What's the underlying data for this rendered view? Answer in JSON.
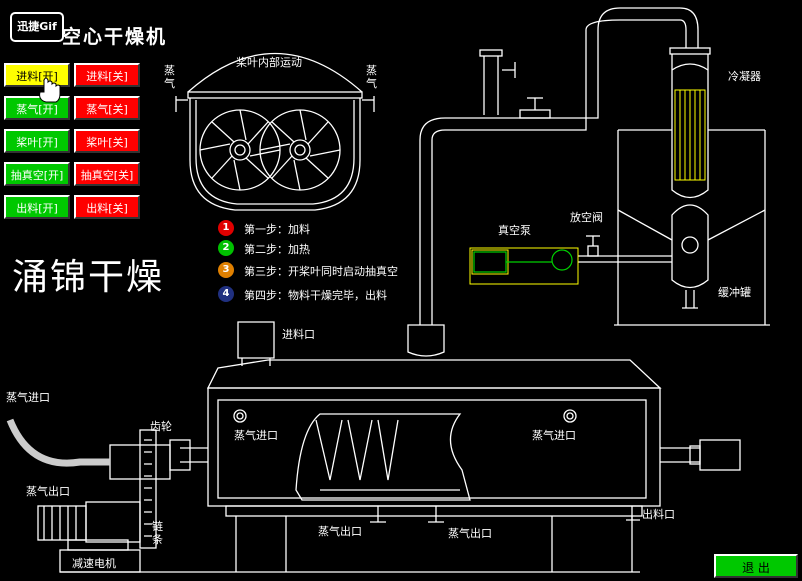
{
  "logo_text": "迅捷Gif",
  "title": "空心干燥机",
  "big_title": "涌锦干燥",
  "buttons": [
    {
      "open": "进料[开]",
      "close": "进料[关]"
    },
    {
      "open": "蒸气[开]",
      "close": "蒸气[关]"
    },
    {
      "open": "桨叶[开]",
      "close": "桨叶[关]"
    },
    {
      "open": "抽真空[开]",
      "close": "抽真空[关]"
    },
    {
      "open": "出料[开]",
      "close": "出料[关]"
    }
  ],
  "steps": [
    {
      "n": "1",
      "text": "第一步：加料",
      "color": "#e00000"
    },
    {
      "n": "2",
      "text": "第二步：加热",
      "color": "#00c000"
    },
    {
      "n": "3",
      "text": "第三步：开桨叶同时启动抽真空",
      "color": "#e08000"
    },
    {
      "n": "4",
      "text": "第四步：物料干燥完毕，出料",
      "color": "#203080"
    }
  ],
  "labels": {
    "paddle_motion": "桨叶内部运动",
    "steam_left": "蒸气",
    "steam_right": "蒸气",
    "condenser": "冷凝器",
    "vacuum_pump": "真空泵",
    "vent_valve": "放空阀",
    "buffer_tank": "缓冲罐",
    "feed_inlet": "进料口",
    "steam_inlet_outer": "蒸气进口",
    "steam_outlet_outer": "蒸气出口",
    "gear": "齿轮",
    "chain": "链条",
    "motor": "减速电机",
    "steam_inlet_1": "蒸气进口",
    "steam_inlet_2": "蒸气进口",
    "steam_outlet_1": "蒸气出口",
    "steam_outlet_2": "蒸气出口",
    "discharge": "出料口"
  },
  "exit_label": "退 出"
}
